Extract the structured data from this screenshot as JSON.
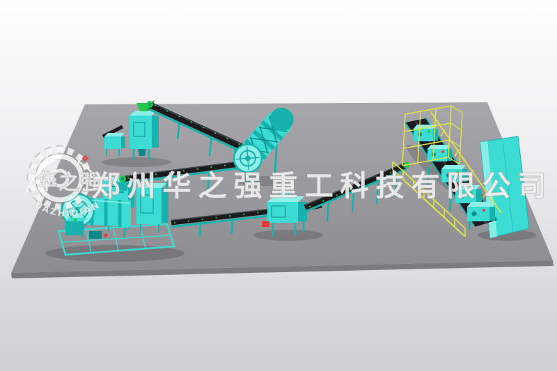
{
  "watermark": {
    "company_name": "郑州华之强重工科技有限公司",
    "logo_text": "华之强",
    "logo_subtext": "HUAZHIQIANG"
  },
  "colors": {
    "bg_top": "#ffffff",
    "bg_bottom": "#cfcfd2",
    "platform_back": "#a7a7ab",
    "platform_front": "#8d8d91",
    "platform_edge": "#7c7c80",
    "machine_cyan": "#3cdcd4",
    "machine_cyan_light": "#8ff0e9",
    "machine_cyan_dark": "#17b2ae",
    "machine_cyan_darker": "#0c8a88",
    "belt_black": "#1b1b1e",
    "belt_highlight": "#45454c",
    "accent_green": "#24c94b",
    "accent_green_dark": "#169a38",
    "accent_red": "#e03b3b",
    "railing_yellow": "#e6e83e",
    "watermark_fill": "rgba(255,255,255,0.82)",
    "watermark_stroke": "#9b9b9b",
    "shadow": "rgba(0,0,0,0.16)"
  }
}
